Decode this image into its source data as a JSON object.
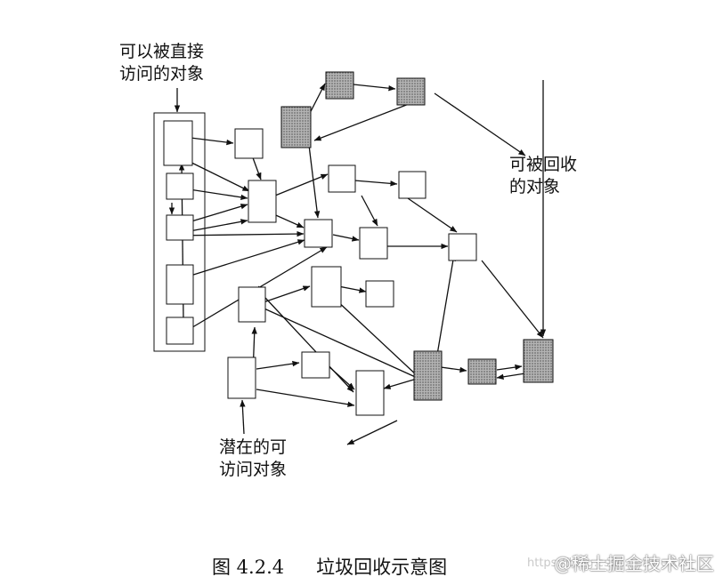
{
  "labels": {
    "reachable": [
      "可以被直接",
      "访问的对象"
    ],
    "garbage": [
      "可被回收",
      "的对象"
    ],
    "potential": [
      "潜在的可",
      "访问对象"
    ]
  },
  "caption": {
    "figure_number": "图 4.2.4",
    "title": "垃圾回收示意图"
  },
  "watermark": {
    "url": "https://blog.csdn.net/weixin_",
    "brand": "@稀土掘金技术社区"
  },
  "colors": {
    "line": "#111111",
    "node_fill": "#ffffff",
    "garbage_fill": "#a6a6a6"
  }
}
